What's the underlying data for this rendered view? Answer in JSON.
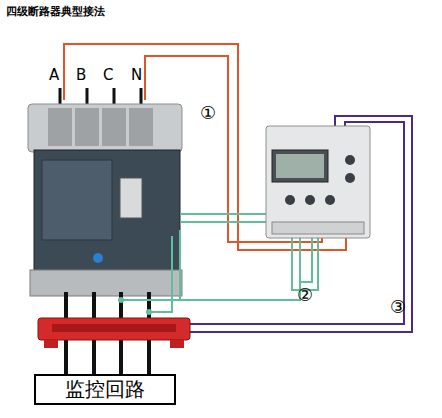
{
  "diagram": {
    "title": "四级断路器典型接法",
    "nodes": [
      {
        "text": [
          "监控回路"
        ]
      }
    ],
    "labels": [
      "A",
      "B",
      "C",
      "N",
      "①",
      "②",
      "③"
    ]
  }
}
